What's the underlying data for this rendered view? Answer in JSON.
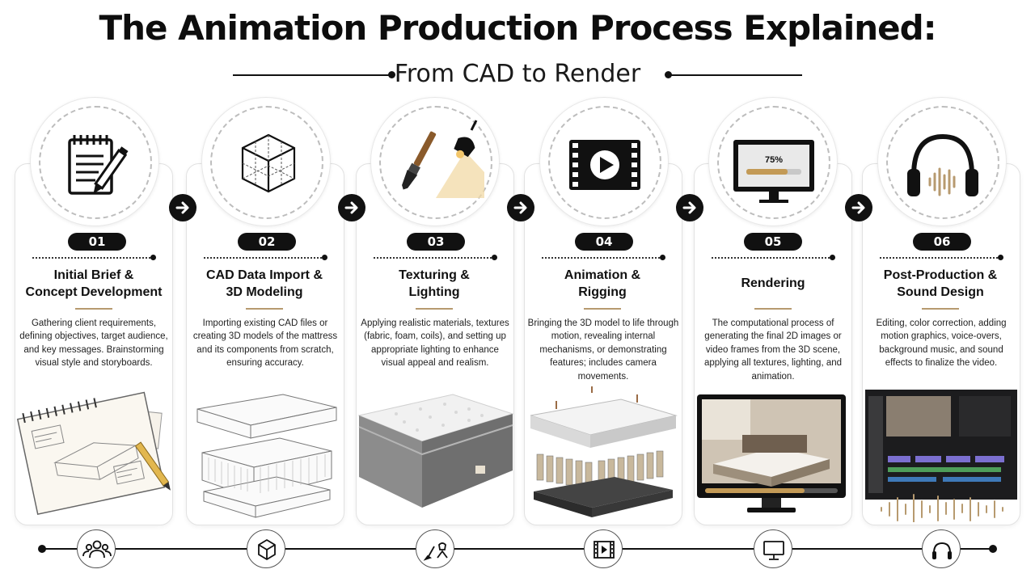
{
  "header": {
    "title": "The Animation Production Process Explained:",
    "subtitle": "From CAD to Render"
  },
  "steps": [
    {
      "number": "01",
      "title_line1": "Initial Brief  &",
      "title_line2": "Concept Development",
      "description": "Gathering client requirements, defining objectives, target audience, and key messages. Brainstorming visual style and storyboards.",
      "icon": "notepad-pencil-icon",
      "timeline_icon": "people-group-icon"
    },
    {
      "number": "02",
      "title_line1": "CAD Data Import &",
      "title_line2": "3D Modeling",
      "description": "Importing existing CAD files or creating 3D models of the mattress and its components from scratch, ensuring accuracy.",
      "icon": "wireframe-cube-icon",
      "timeline_icon": "cube-icon"
    },
    {
      "number": "03",
      "title_line1": "Texturing &",
      "title_line2": "Lighting",
      "description": "Applying realistic materials, textures (fabric, foam, coils), and setting up appropriate lighting to enhance visual appeal and realism.",
      "icon": "paintbrush-spotlight-icon",
      "timeline_icon": "brush-lamp-icon"
    },
    {
      "number": "04",
      "title_line1": "Animation &",
      "title_line2": "Rigging",
      "description": "Bringing the 3D model to life through motion, revealing internal mechanisms, or demonstrating features; includes camera movements.",
      "icon": "film-play-icon",
      "timeline_icon": "film-strip-icon"
    },
    {
      "number": "05",
      "title_line1": "Rendering",
      "title_line2": "",
      "description": "The computational process of generating the final 2D images or video frames from the 3D scene, applying all textures, lighting, and animation.",
      "icon": "monitor-progress-icon",
      "progress_label": "75%",
      "progress_value": 0.75,
      "timeline_icon": "monitor-icon"
    },
    {
      "number": "06",
      "title_line1": "Post-Production &",
      "title_line2": "Sound Design",
      "description": "Editing, color correction, adding motion graphics, voice-overs, background music, and sound effects to finalize the video.",
      "icon": "headphones-waveform-icon",
      "timeline_icon": "headphones-icon"
    }
  ],
  "colors": {
    "ink": "#111111",
    "accent_underline": "#b79a6f",
    "spotlight": "#f2d9a6"
  }
}
